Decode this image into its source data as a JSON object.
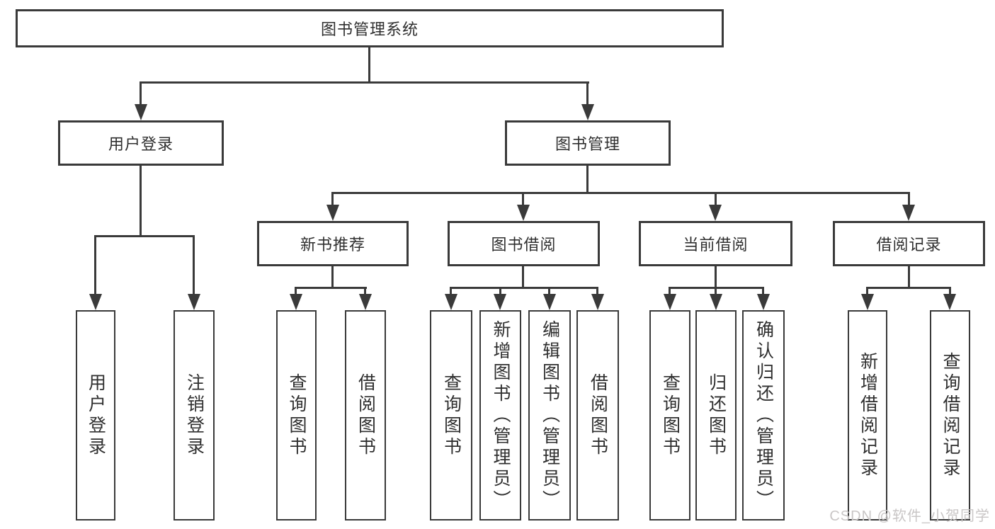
{
  "title": "图书管理系统",
  "tree": {
    "root": {
      "label": "图书管理系统"
    },
    "branches": [
      {
        "label": "用户登录",
        "children": [
          {
            "label": "用户登录"
          },
          {
            "label": "注销登录"
          }
        ]
      },
      {
        "label": "图书管理",
        "children": [
          {
            "label": "新书推荐",
            "children": [
              {
                "label": "查询图书"
              },
              {
                "label": "借阅图书"
              }
            ]
          },
          {
            "label": "图书借阅",
            "children": [
              {
                "label": "查询图书"
              },
              {
                "label": "新增图书（管理员）"
              },
              {
                "label": "编辑图书（管理员）"
              },
              {
                "label": "借阅图书"
              }
            ]
          },
          {
            "label": "当前借阅",
            "children": [
              {
                "label": "查询图书"
              },
              {
                "label": "归还图书"
              },
              {
                "label": "确认归还（管理员）"
              }
            ]
          },
          {
            "label": "借阅记录",
            "children": [
              {
                "label": "新增借阅记录"
              },
              {
                "label": "查询借阅记录"
              }
            ]
          }
        ]
      }
    ]
  },
  "watermark": {
    "text": "CSDN @软件_小贺同学"
  },
  "colors": {
    "line": "#3a3a3a",
    "box_border": "#3a3a3a",
    "text": "#2f2f2f",
    "watermark": "#c9c6c6",
    "background": "#ffffff"
  }
}
